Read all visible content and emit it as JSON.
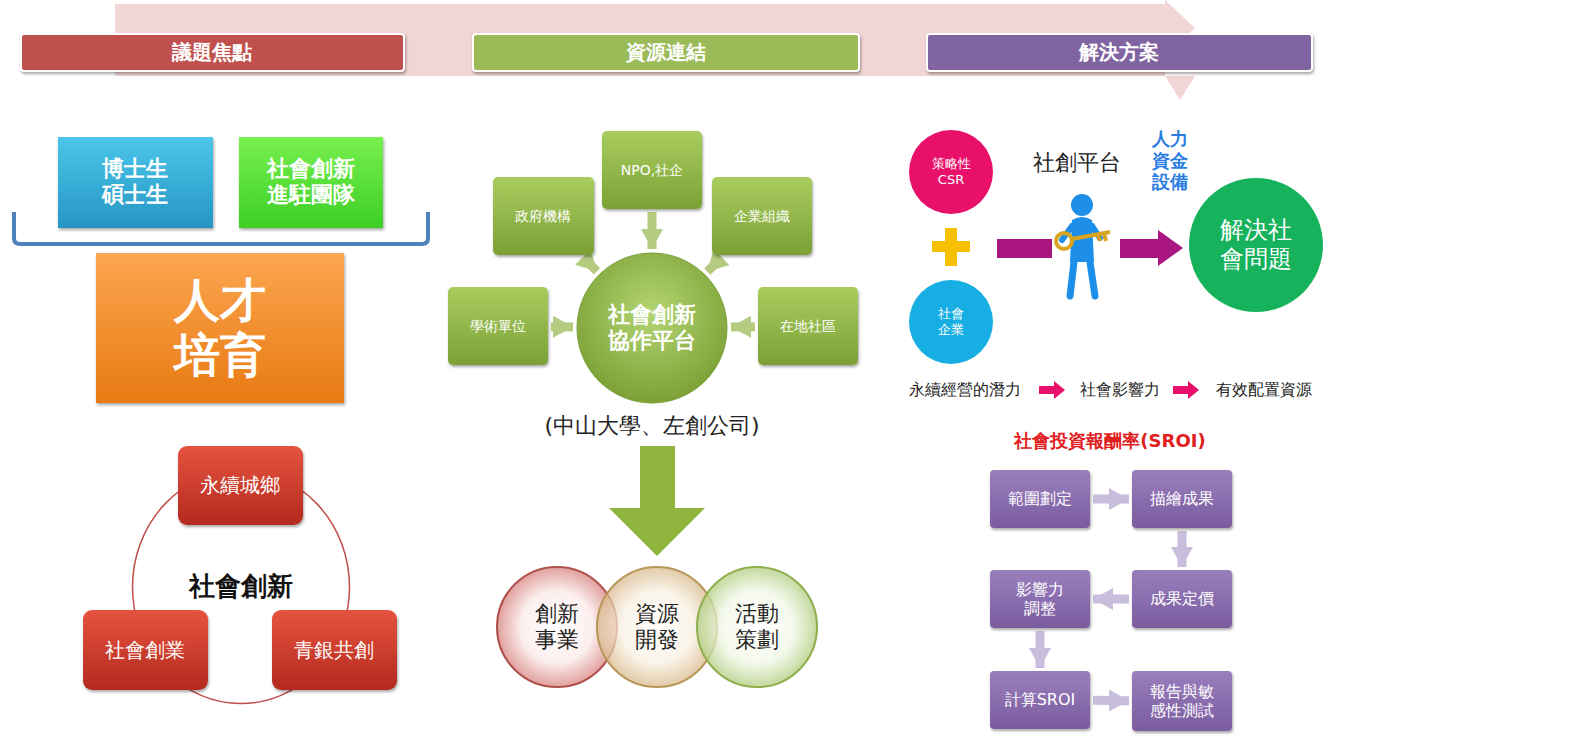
{
  "diagram": {
    "nodes": [
      {
        "text": [
          "議題焦點"
        ]
      },
      {
        "text": [
          "資源連結"
        ]
      },
      {
        "text": [
          "解決方案"
        ]
      },
      {
        "text": [
          "博士生 碩士生"
        ]
      },
      {
        "text": [
          "社會創新 進駐團隊"
        ]
      },
      {
        "text": [
          "人才 培育"
        ]
      },
      {
        "text": [
          "永續城鄉"
        ]
      },
      {
        "text": [
          "社會創新"
        ]
      },
      {
        "text": [
          "社會創業"
        ]
      },
      {
        "text": [
          "青銀共創"
        ]
      },
      {
        "text": [
          "NPO,社企"
        ]
      },
      {
        "text": [
          "政府機構"
        ]
      },
      {
        "text": [
          "企業組織"
        ]
      },
      {
        "text": [
          "學術單位"
        ]
      },
      {
        "text": [
          "社會創新 協作平台"
        ]
      },
      {
        "text": [
          "在地社區"
        ]
      },
      {
        "text": [
          "創新 事業"
        ]
      },
      {
        "text": [
          "資源 開發"
        ]
      },
      {
        "text": [
          "活動 策劃"
        ]
      },
      {
        "text": [
          "策略性 CSR"
        ]
      },
      {
        "text": [
          "社會 企業"
        ]
      },
      {
        "text": [
          "解決社 會問題"
        ]
      },
      {
        "text": [
          "範圍劃定"
        ]
      },
      {
        "text": [
          "描繪成果"
        ]
      },
      {
        "text": [
          "影響力 調整"
        ]
      },
      {
        "text": [
          "成果定價"
        ]
      },
      {
        "text": [
          "計算SROI"
        ]
      },
      {
        "text": [
          "報告與敏 感性測試"
        ]
      }
    ],
    "edges": [
      {
        "from": 11,
        "to": 14,
        "arrow": "to"
      },
      {
        "from": 10,
        "to": 14,
        "arrow": "to"
      },
      {
        "from": 12,
        "to": 14,
        "arrow": "to"
      },
      {
        "from": 13,
        "to": 14,
        "arrow": "to"
      },
      {
        "from": 15,
        "to": 14,
        "arrow": "to"
      },
      {
        "from": 22,
        "to": 23,
        "arrow": "to"
      },
      {
        "from": 23,
        "to": 25,
        "arrow": "to"
      },
      {
        "from": 25,
        "to": 24,
        "arrow": "to"
      },
      {
        "from": 24,
        "to": 26,
        "arrow": "to"
      },
      {
        "from": 26,
        "to": 27,
        "arrow": "to"
      }
    ],
    "labels": [
      "(中山大學、左創公司)",
      "社創平台",
      "人力 資金 設備",
      "永續經營的潛力",
      "社會影響力",
      "有效配置資源",
      "社會投資報酬率(SROI)"
    ]
  }
}
